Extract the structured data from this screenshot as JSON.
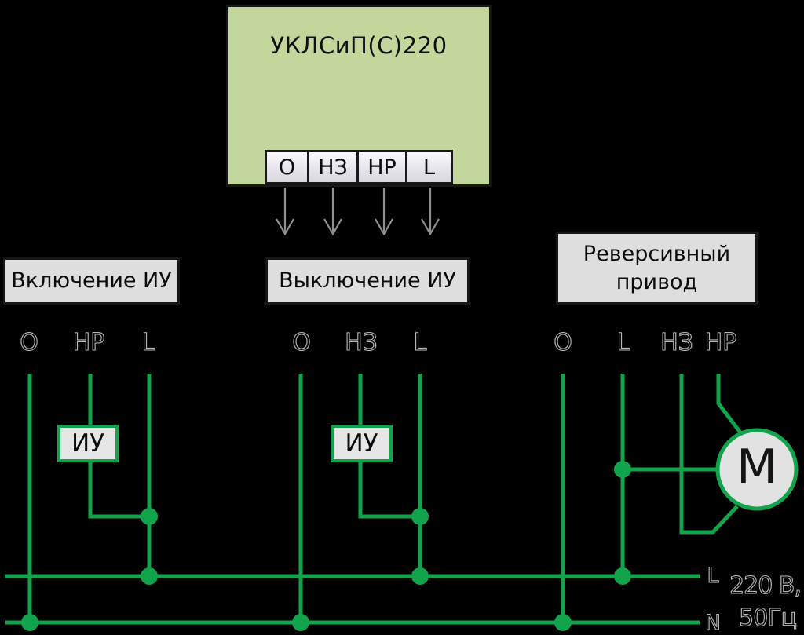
{
  "device": {
    "title": "УКЛСиП(С)220",
    "terminals": [
      "О",
      "НЗ",
      "НР",
      "L"
    ]
  },
  "sections": [
    {
      "title": "Включение ИУ",
      "component": "ИУ",
      "terminals": [
        "О",
        "НР",
        "L"
      ]
    },
    {
      "title": "Выключение ИУ",
      "component": "ИУ",
      "terminals": [
        "О",
        "НЗ",
        "L"
      ]
    },
    {
      "title": "Реверсивный привод",
      "component": "М",
      "terminals": [
        "О",
        "L",
        "НЗ",
        "НР"
      ]
    }
  ],
  "power": {
    "live_label": "L",
    "neutral_label": "N",
    "voltage": "220 В,",
    "frequency": "50Гц"
  },
  "colors": {
    "wire": "#12a44c",
    "device_fill": "#c3d69b",
    "panel_fill": "#dedede",
    "component_fill": "#e6e6e6",
    "arrow": "#909090",
    "background": "#000000",
    "outline_text": "#b6b6b6"
  }
}
